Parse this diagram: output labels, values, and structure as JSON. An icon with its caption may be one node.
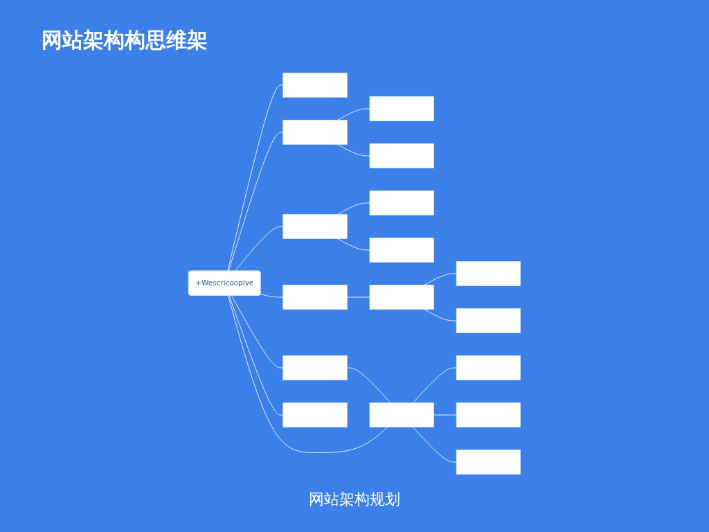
{
  "diagram": {
    "title": "网站架构构思维架",
    "caption": "网站架构规划",
    "nodes": [
      {
        "text": [
          "+Wescricoopive"
        ]
      },
      {
        "text": [],
        "shape": "box"
      },
      {
        "text": [],
        "shape": "box"
      },
      {
        "text": [],
        "shape": "box"
      },
      {
        "text": [],
        "shape": "box"
      },
      {
        "text": [],
        "shape": "box"
      },
      {
        "text": [],
        "shape": "box"
      },
      {
        "text": [],
        "shape": "box"
      },
      {
        "text": [],
        "shape": "box"
      },
      {
        "text": [],
        "shape": "box"
      },
      {
        "text": [],
        "shape": "box"
      },
      {
        "text": [],
        "shape": "box"
      },
      {
        "text": [],
        "shape": "box"
      },
      {
        "text": [],
        "shape": "box"
      },
      {
        "text": [],
        "shape": "box"
      },
      {
        "text": [],
        "shape": "box"
      },
      {
        "text": [],
        "shape": "box"
      },
      {
        "text": [],
        "shape": "box"
      }
    ],
    "edges": [
      {
        "from": 0,
        "to": 1,
        "arrow": "none"
      },
      {
        "from": 0,
        "to": 2,
        "arrow": "none"
      },
      {
        "from": 2,
        "to": 3,
        "arrow": "none"
      },
      {
        "from": 2,
        "to": 4,
        "arrow": "none"
      },
      {
        "from": 0,
        "to": 5,
        "arrow": "none"
      },
      {
        "from": 5,
        "to": 6,
        "arrow": "none"
      },
      {
        "from": 5,
        "to": 7,
        "arrow": "none"
      },
      {
        "from": 0,
        "to": 8,
        "arrow": "none"
      },
      {
        "from": 8,
        "to": 9,
        "arrow": "none"
      },
      {
        "from": 9,
        "to": 10,
        "arrow": "none"
      },
      {
        "from": 9,
        "to": 11,
        "arrow": "none"
      },
      {
        "from": 0,
        "to": 12,
        "arrow": "none"
      },
      {
        "from": 12,
        "to": 13,
        "arrow": "none"
      },
      {
        "from": 0,
        "to": 13,
        "arrow": "none"
      },
      {
        "from": 13,
        "to": 14,
        "arrow": "none"
      },
      {
        "from": 13,
        "to": 15,
        "arrow": "none"
      },
      {
        "from": 13,
        "to": 16,
        "arrow": "none"
      },
      {
        "from": 0,
        "to": 17,
        "arrow": "none"
      }
    ]
  }
}
